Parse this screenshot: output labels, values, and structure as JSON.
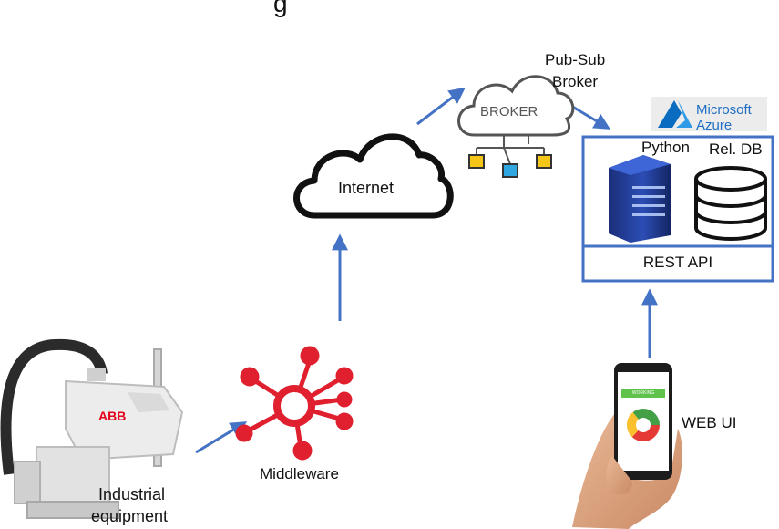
{
  "header": {
    "title_fragment": "g"
  },
  "nodes": {
    "broker": {
      "title": "Pub-Sub",
      "subtitle": "Broker",
      "cloud_text": "BROKER"
    },
    "cloud": {
      "label": "Internet"
    },
    "azure": {
      "line1": "Microsoft",
      "line2": "Azure"
    },
    "backend": {
      "python_label": "Python",
      "db_label": "Rel. DB",
      "api_label": "REST API"
    },
    "robot": {
      "brand": "ABB",
      "label_line1": "Industrial",
      "label_line2": "equipment"
    },
    "middleware": {
      "label": "Middleware"
    },
    "phone": {
      "label": "WEB UI",
      "screen_status": "WORKING"
    }
  },
  "colors": {
    "arrow": "#4472c4",
    "box_border": "#4472c4",
    "middleware": "#e0202f",
    "azure": "#1f6fc5",
    "robot_brand": "#e2001a",
    "phone_status": "#5fc24a"
  },
  "icons": [
    "cloud-icon",
    "broker-cloud-icon",
    "server-icon",
    "database-icon",
    "azure-logo-icon",
    "middleware-hub-icon",
    "robot-arm-image",
    "smartphone-image"
  ]
}
